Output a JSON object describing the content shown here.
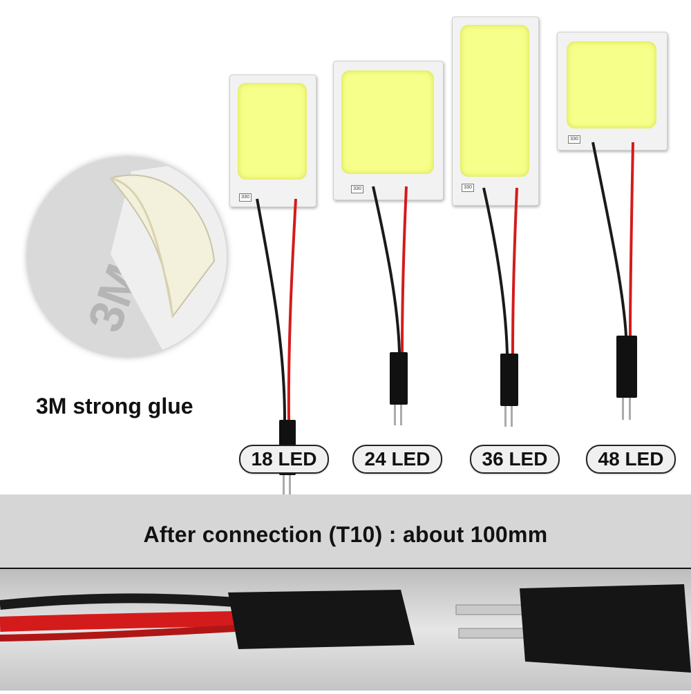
{
  "glue": {
    "caption": "3M strong glue",
    "sticker_text": "3M"
  },
  "variants": [
    {
      "label": "18 LED",
      "board_mark": "330"
    },
    {
      "label": "24 LED",
      "board_mark": "330"
    },
    {
      "label": "36 LED",
      "board_mark": "330"
    },
    {
      "label": "48 LED",
      "board_mark": "330"
    }
  ],
  "banner": {
    "text": "After connection (T10) : about 100mm"
  },
  "colors": {
    "chip_yellow": "#f6ff8a",
    "wire_red": "#d41b1b",
    "wire_black": "#1a1a1a",
    "banner_grey": "#d6d6d6"
  }
}
